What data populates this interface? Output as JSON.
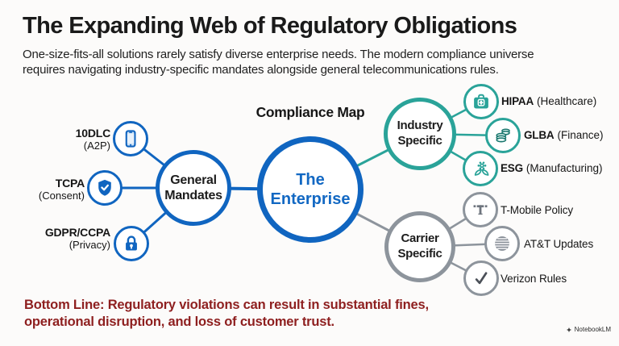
{
  "header": {
    "title": "The Expanding Web of Regulatory Obligations",
    "subtitle_line1": "One-size-fits-all solutions rarely satisfy diverse enterprise needs. The modern compliance universe",
    "subtitle_line2": "requires navigating industry-specific mandates alongside general telecommunications rules."
  },
  "diagram": {
    "heading": "Compliance Map",
    "center": {
      "line1": "The",
      "line2": "Enterprise"
    },
    "hubs": {
      "general": {
        "line1": "General",
        "line2": "Mandates"
      },
      "industry": {
        "line1": "Industry",
        "line2": "Specific"
      },
      "carrier": {
        "line1": "Carrier",
        "line2": "Specific"
      }
    },
    "left_leaves": [
      {
        "name": "10DLC",
        "sub": "(A2P)",
        "icon": "smartphone-icon"
      },
      {
        "name": "TCPA",
        "sub": "(Consent)",
        "icon": "shield-check-icon"
      },
      {
        "name": "GDPR/CCPA",
        "sub": "(Privacy)",
        "icon": "lock-icon"
      }
    ],
    "industry_leaves": [
      {
        "name": "HIPAA",
        "sub": "(Healthcare)",
        "icon": "medical-bag-icon"
      },
      {
        "name": "GLBA",
        "sub": "(Finance)",
        "icon": "coins-icon"
      },
      {
        "name": "ESG",
        "sub": "(Manufacturing)",
        "icon": "eco-flower-icon"
      }
    ],
    "carrier_leaves": [
      {
        "name": "T-Mobile Policy",
        "icon": "tmobile-logo-icon"
      },
      {
        "name": "AT&T Updates",
        "icon": "att-globe-icon"
      },
      {
        "name": "Verizon Rules",
        "icon": "checkmark-icon"
      }
    ]
  },
  "footer": {
    "bottom_line1": "Bottom Line: Regulatory violations can result in substantial fines,",
    "bottom_line2": "operational disruption, and loss of customer trust.",
    "watermark": "NotebookLM"
  },
  "colors": {
    "blue": "#1065c0",
    "teal": "#2aa399",
    "gray": "#8d949c",
    "red": "#8e1f1f"
  }
}
